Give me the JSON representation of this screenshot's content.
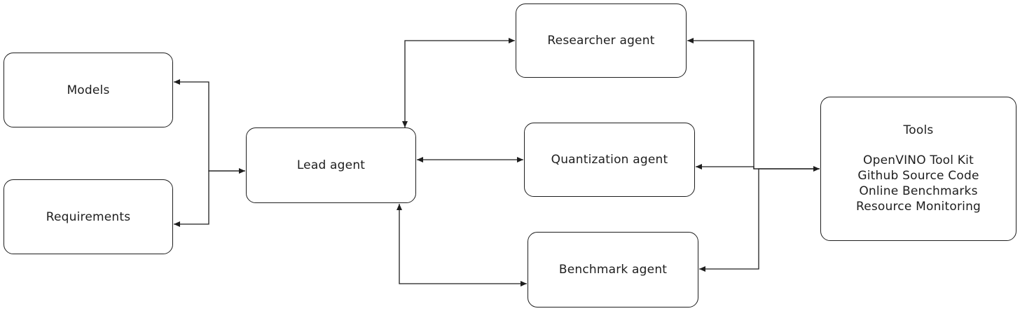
{
  "nodes": {
    "models": "Models",
    "requirements": "Requirements",
    "lead": "Lead agent",
    "researcher": "Researcher agent",
    "quantization": "Quantization agent",
    "benchmark": "Benchmark agent",
    "tools": {
      "title": "Tools",
      "items": [
        "OpenVINO Tool Kit",
        "Github Source Code",
        "Online Benchmarks",
        "Resource Monitoring"
      ]
    }
  },
  "colors": {
    "stroke": "#1e1e1e",
    "background": "#ffffff"
  }
}
